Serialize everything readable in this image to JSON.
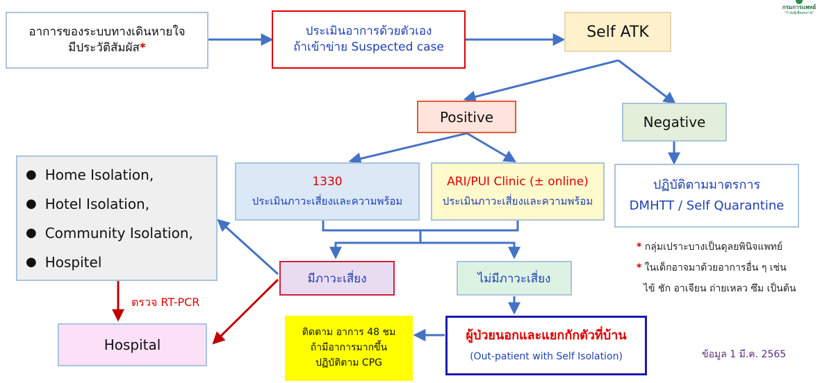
{
  "symptoms_box": {
    "line1": "อาการของระบบทางเดินหายใจ",
    "line2": "มีประวัติสัมผัส",
    "star": "*"
  },
  "self_assess_box": {
    "line1": "ประเมินอาการด้วยตัวเอง",
    "line2": "ถ้าเข้าข่าย Suspected case"
  },
  "self_atk_box": {
    "label": "Self ATK"
  },
  "positive_box": {
    "label": "Positive"
  },
  "negative_box": {
    "label": "Negative"
  },
  "box_1330": {
    "line1": "1330",
    "line2": "ประเมินภาวะเสี่ยงและความพร้อม"
  },
  "ari_box": {
    "line1": "ARI/PUI Clinic (± online)",
    "line2": "ประเมินภาวะเสี่ยงและความพร้อม"
  },
  "practice_box": {
    "line1": "ปฏิบัติตามมาตรการ",
    "line2": "DMHTT / Self Quarantine"
  },
  "isolation_box": {
    "items": [
      "Home Isolation,",
      "Hotel Isolation,",
      "Community Isolation,",
      "Hospitel"
    ]
  },
  "risk_box": {
    "label": "มีภาวะเสี่ยง"
  },
  "no_risk_box": {
    "label": "ไม่มีภาวะเสี่ยง"
  },
  "hospital_box": {
    "label": "Hospital"
  },
  "rtpcr_label": "ตรวจ RT-PCR",
  "follow_box": {
    "line1": "ติดตาม อาการ 48 ชม",
    "line2": "ถ้ามีอาการมากขึ้น",
    "line3": "ปฏิบัติตาม CPG"
  },
  "outpatient_box": {
    "line1": "ผู้ป่วยนอกและแยกกักตัวที่บ้าน",
    "line2": "(Out-patient with Self Isolation)"
  },
  "notes": [
    {
      "star": "*",
      "text": "กลุ่มเปราะบางเป็นดุลยพินิจแพทย์"
    },
    {
      "star": "*",
      "text": "ในเด็กอาจมาด้วยอาการอื่น ๆ เช่น"
    },
    {
      "star": "",
      "text": "ไข้ ชัก อาเจียน ถ่ายเหลว ซึม เป็นต้น"
    }
  ],
  "data_date": "ข้อมูล 1 มี.ค. 2565",
  "logo": {
    "text": "กรมการแพทย์",
    "tagline": "\"กำลังสู้เพื่อสุขภาพ\""
  },
  "colors": {
    "arrow": "#4472c4",
    "dark_red": "#c00000",
    "blue_text": "#1f3fb4"
  }
}
